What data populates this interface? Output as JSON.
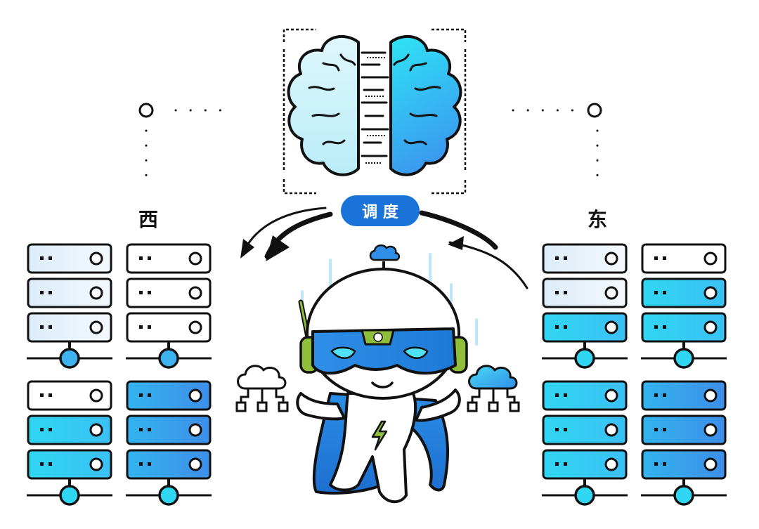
{
  "labels": {
    "west": "西",
    "east": "东",
    "dispatch": "调 度"
  },
  "colors": {
    "brand_blue": "#1a73d9",
    "cyan": "#27d0f0",
    "light_cyan": "#cdf3fb",
    "pale_blue": "#e6f2fb",
    "deep_blue": "#2f86e6",
    "outline": "#111111",
    "visor_green": "#8fbf3a"
  },
  "icons": {
    "brain": "brain-icon",
    "cloud_network": "cloud-network-icon",
    "server_rack": "server-rack-icon",
    "mascot": "robot-mascot"
  }
}
